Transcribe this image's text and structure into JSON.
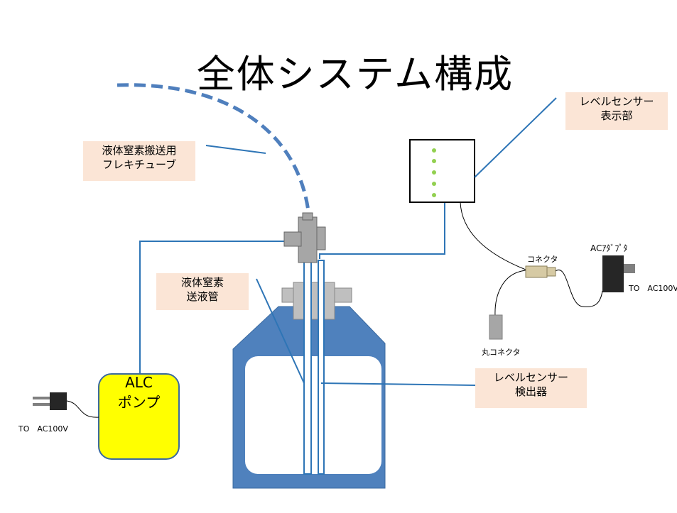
{
  "title": "全体システム構成",
  "callouts": {
    "flexible_tube": [
      "液体窒素搬送用",
      "フレキチューブ"
    ],
    "level_display": [
      "レベルセンサー",
      "表示部"
    ],
    "ln2_pipe": [
      "液体窒素",
      "送液管"
    ],
    "level_detector": [
      "レベルセンサー",
      "検出器"
    ]
  },
  "pump": {
    "line1": "ALC",
    "line2": "ポンプ"
  },
  "labels": {
    "connector": "コネクタ",
    "ac_adapter": "ACｱﾀﾞﾌﾟﾀ",
    "round_connector": "丸コネクタ",
    "to_ac_right": "TO　AC100V",
    "to_ac_left": "TO　AC100V"
  },
  "colors": {
    "line": "#2e75b6",
    "tube_dashed": "#4f7fbd",
    "dewar": "#4f81bd",
    "callout_bg": "#fbe5d6",
    "pump_fill": "#ffff00",
    "indicator_led": "#92d050"
  }
}
